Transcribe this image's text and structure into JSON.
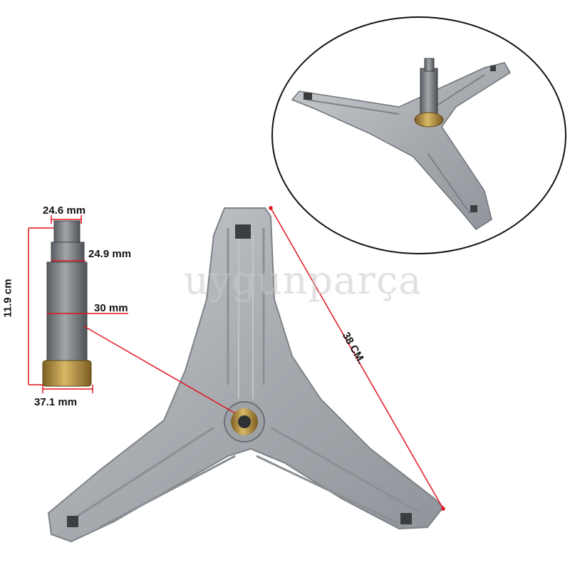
{
  "product": {
    "watermark": "uygunparça",
    "colors": {
      "dimension_line": "#e0141e",
      "aluminium": "#a9adb2",
      "brass": "#b08d3f",
      "outline": "#111111"
    }
  },
  "dimensions": {
    "shaft_top_diameter": "24.6 mm",
    "shaft_mid_diameter": "24.9 mm",
    "shaft_body_diameter": "30 mm",
    "bearing_diameter": "37.1 mm",
    "shaft_length": "11.9 cm",
    "arm_span": "38 CM."
  },
  "icons": {
    "inset": "perspective-spider-view",
    "main": "spider-top-view",
    "shaft": "shaft-side-view"
  }
}
